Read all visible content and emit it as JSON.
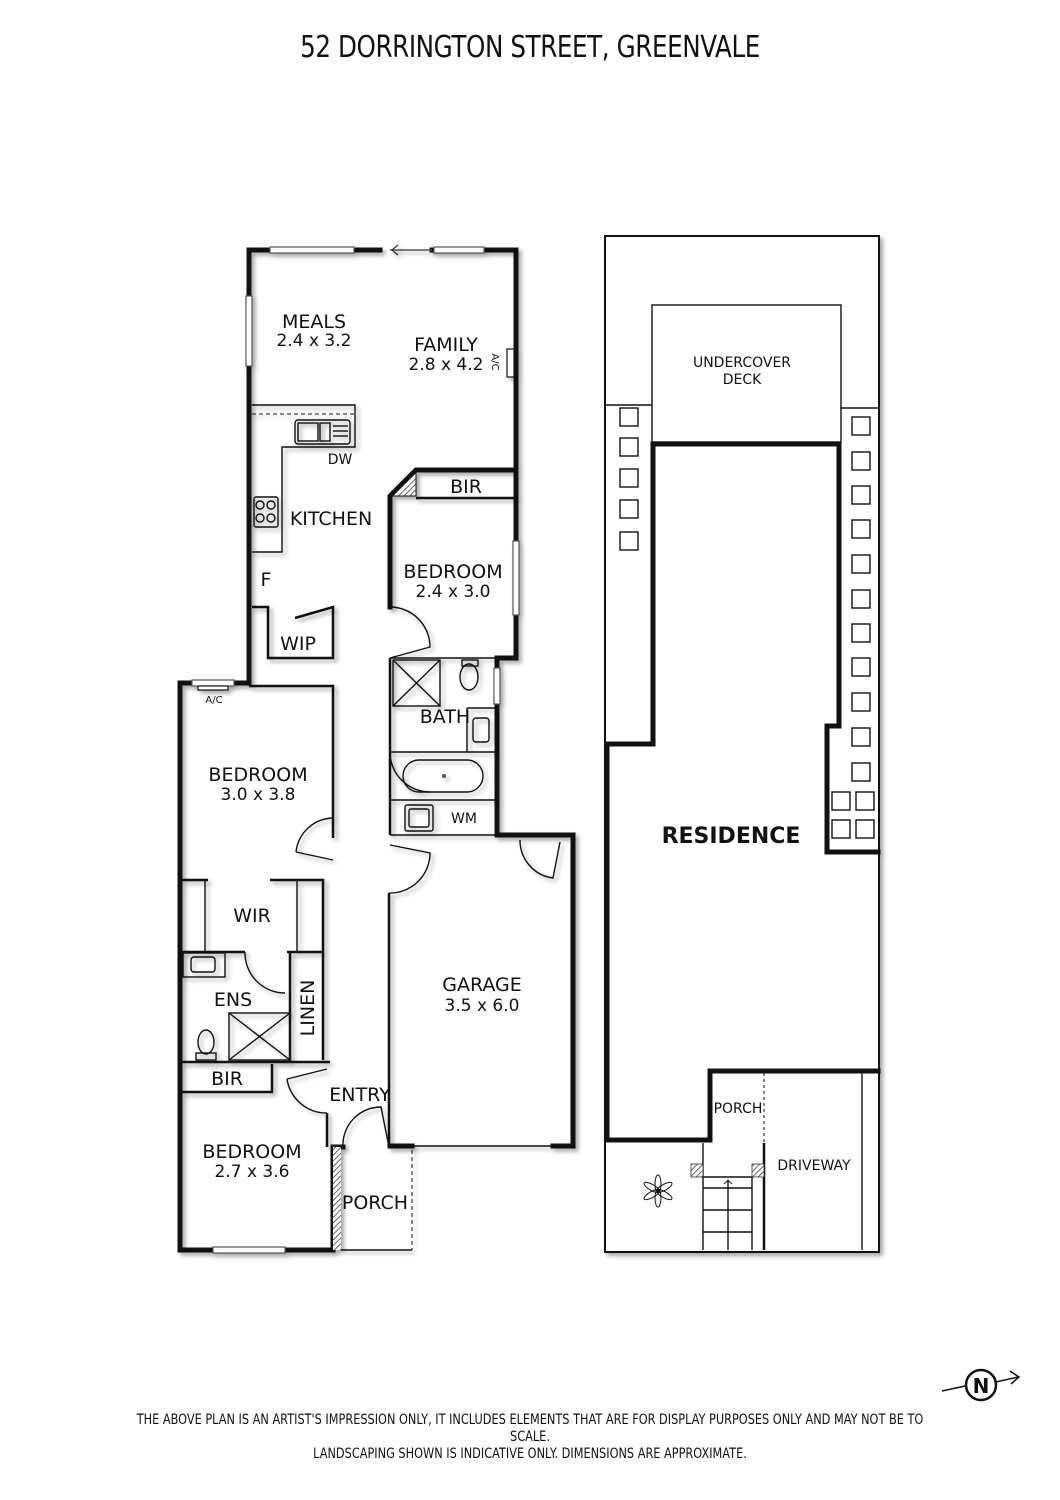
{
  "title": "52 DORRINGTON STREET, GREENVALE",
  "ground_floor": {
    "rooms": [
      {
        "name": "MEALS",
        "dims": "2.4 x 3.2"
      },
      {
        "name": "FAMILY",
        "dims": "2.8 x 4.2"
      },
      {
        "name": "KITCHEN",
        "dims": ""
      },
      {
        "name": "BEDROOM",
        "dims": "2.4 x 3.0"
      },
      {
        "name": "BEDROOM",
        "dims": "3.0 x 3.8"
      },
      {
        "name": "BEDROOM",
        "dims": "2.7 x 3.6"
      },
      {
        "name": "GARAGE",
        "dims": "3.5 x 6.0"
      },
      {
        "name": "BATH",
        "dims": ""
      },
      {
        "name": "WIR",
        "dims": ""
      },
      {
        "name": "ENS",
        "dims": ""
      },
      {
        "name": "ENTRY",
        "dims": ""
      },
      {
        "name": "PORCH",
        "dims": ""
      }
    ],
    "fixtures": {
      "bir_top": "BIR",
      "bir_bottom": "BIR",
      "wip": "WIP",
      "linen": "LINEN",
      "wm": "WM",
      "dw": "DW",
      "fridge": "F",
      "ac_family": "A/C",
      "ac_bedroom": "A/C"
    }
  },
  "site_plan": {
    "residence": "RESIDENCE",
    "deck_line1": "UNDERCOVER",
    "deck_line2": "DECK",
    "porch": "PORCH",
    "driveway": "DRIVEWAY"
  },
  "compass": {
    "label": "N"
  },
  "disclaimer": {
    "line1": "THE ABOVE PLAN IS AN ARTIST'S IMPRESSION ONLY, IT INCLUDES ELEMENTS THAT ARE FOR DISPLAY PURPOSES ONLY AND MAY NOT BE TO SCALE.",
    "line2": "LANDSCAPING SHOWN IS INDICATIVE ONLY. DIMENSIONS ARE APPROXIMATE."
  }
}
